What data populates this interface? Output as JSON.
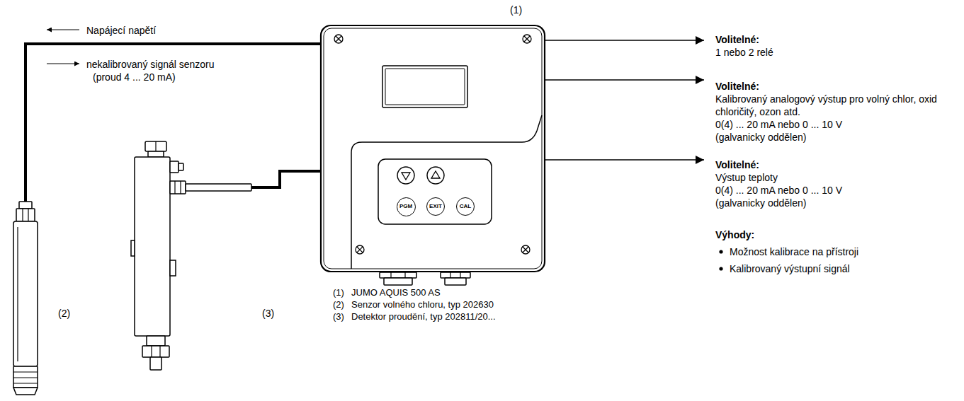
{
  "diagram": {
    "nodes": [
      {
        "text": [
          "(1)"
        ]
      },
      {
        "text": [
          "PGM"
        ],
        "in": 0
      },
      {
        "text": [
          "EXIT"
        ],
        "in": 0
      },
      {
        "text": [
          "CAL"
        ],
        "in": 0
      },
      {
        "text": [
          "(2)"
        ]
      },
      {
        "text": [
          "(3)"
        ]
      }
    ],
    "edges": [
      {
        "from": 4,
        "to": 0,
        "arrow": "none"
      },
      {
        "from": 5,
        "to": 0,
        "arrow": "none"
      }
    ],
    "labels": [
      "Napájecí napětí",
      "nekalibrovaný signál senzoru",
      "(proud 4 ... 20 mA)",
      "(1)",
      "JUMO AQUIS 500 AS",
      "(2)",
      "Senzor volného chloru, typ 202630",
      "(3)",
      "Detektor proudění, typ 202811/20...",
      "Volitelné:",
      "1 nebo 2 relé",
      "Volitelné:",
      "Kalibrovaný analogový výstup pro volný chlor, oxid chloričitý, ozon atd.",
      "0(4) ... 20 mA nebo 0 ... 10 V",
      "(galvanicky oddělen)",
      "Volitelné:",
      "Výstup teploty",
      "0(4) ... 20 mA nebo 0 ... 10 V",
      "(galvanicky oddělen)",
      "Výhody:",
      "Možnost kalibrace na přístroji",
      "Kalibrovaný výstupní signál"
    ]
  }
}
